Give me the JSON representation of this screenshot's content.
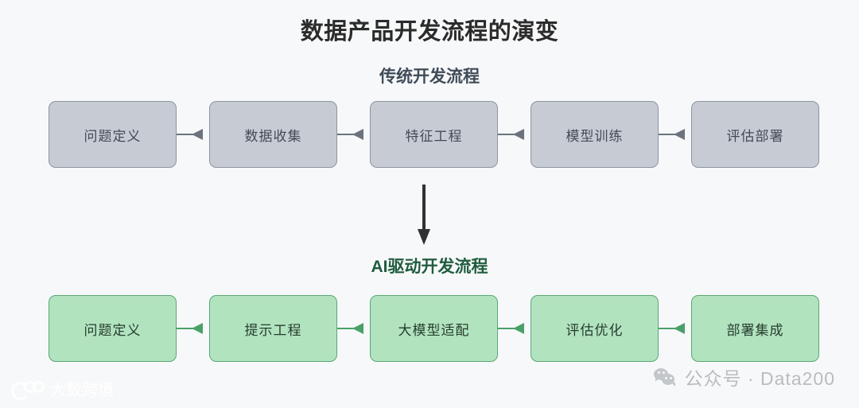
{
  "page": {
    "background_color": "#f7f8fa",
    "title": "数据产品开发流程的演变"
  },
  "sections": [
    {
      "id": "traditional",
      "title": "传统开发流程",
      "title_color": "#3f4b58",
      "node_fill": "#c7ccd4",
      "node_border": "#8d949f",
      "node_text_color": "#434a54",
      "connector_color": "#6c737d",
      "nodes": [
        {
          "label": "问题定义"
        },
        {
          "label": "数据收集"
        },
        {
          "label": "特征工程"
        },
        {
          "label": "模型训练"
        },
        {
          "label": "评估部署"
        }
      ],
      "connectors": [
        {
          "direction": "left"
        },
        {
          "direction": "left"
        },
        {
          "direction": "left"
        },
        {
          "direction": "left"
        }
      ]
    },
    {
      "id": "ai-driven",
      "title": "AI驱动开发流程",
      "title_color": "#1f5c3d",
      "node_fill": "#b2e3bf",
      "node_border": "#5aa775",
      "node_text_color": "#253d2e",
      "connector_color": "#49a169",
      "nodes": [
        {
          "label": "问题定义"
        },
        {
          "label": "提示工程"
        },
        {
          "label": "大模型适配"
        },
        {
          "label": "评估优化"
        },
        {
          "label": "部署集成"
        }
      ],
      "connectors": [
        {
          "direction": "left"
        },
        {
          "direction": "left"
        },
        {
          "direction": "left"
        },
        {
          "direction": "left"
        }
      ]
    }
  ],
  "transition_arrow": {
    "direction": "down",
    "color": "#2f3134"
  },
  "watermarks": {
    "left": {
      "text": "大数跨境",
      "icon": "brand-logo-icon",
      "color": "#ffffff"
    },
    "right": {
      "text": "公众号 · Data200",
      "icon": "wechat-icon",
      "color": "#b9bcc0"
    }
  }
}
